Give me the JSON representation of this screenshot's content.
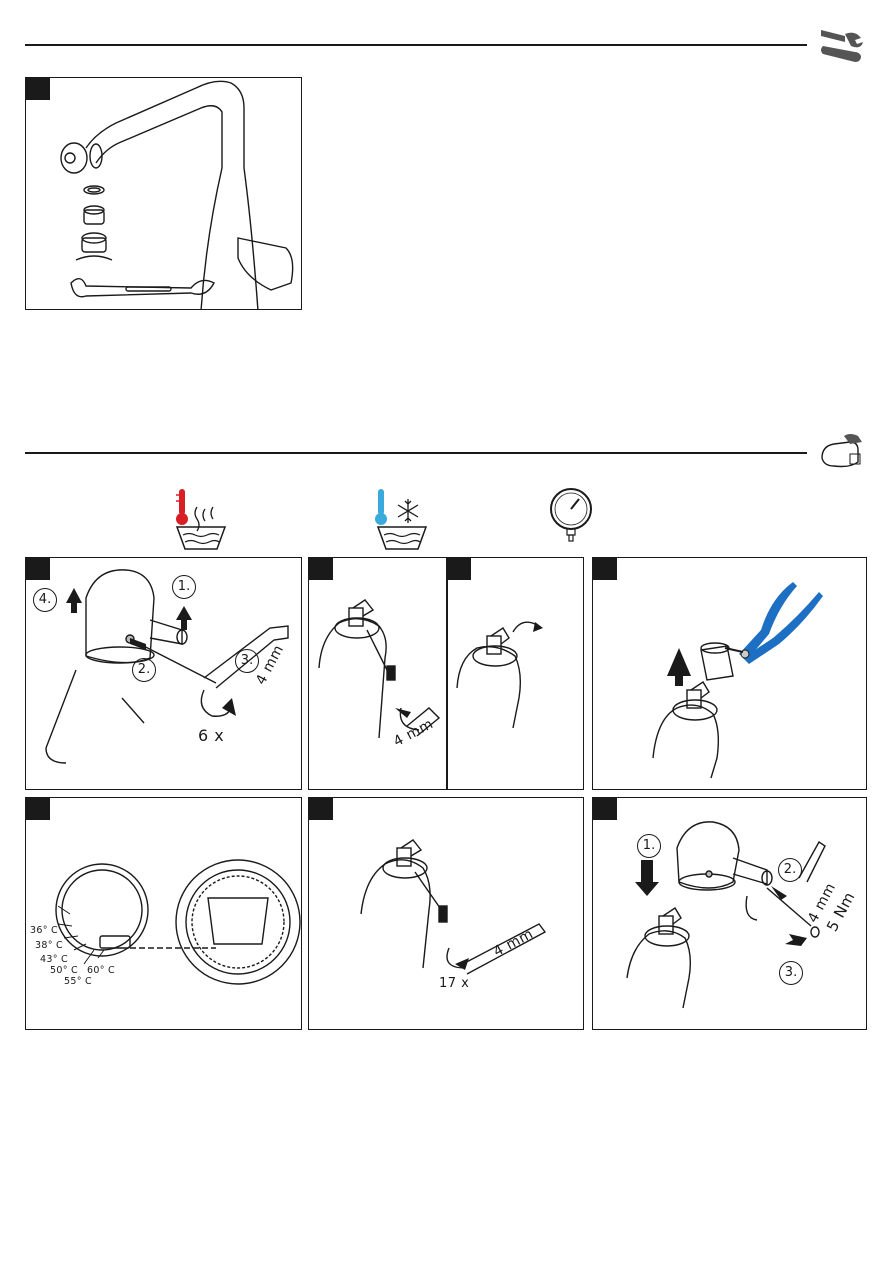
{
  "section1": {
    "icon": "wrench-screwdriver-icon"
  },
  "section2": {
    "icon": "hand-cleaning-icon",
    "icons": [
      "hot-water-thermometer-icon",
      "cold-water-snowflake-icon",
      "pressure-gauge-icon"
    ]
  },
  "panel_a": {
    "step1": "1.",
    "step2": "2.",
    "step3": "3.",
    "step4": "4.",
    "wrench_size": "4 mm",
    "turns": "6 x"
  },
  "panel_b": {
    "wrench_size": "4 mm"
  },
  "panel_e": {
    "temps": [
      "36° C",
      "38° C",
      "43° C",
      "50° C",
      "55° C",
      "60° C"
    ]
  },
  "panel_f": {
    "wrench_size": "4 mm",
    "turns": "17 x"
  },
  "panel_g": {
    "step1": "1.",
    "step2": "2.",
    "step3": "3.",
    "wrench_size": "4 mm",
    "torque": "5 Nm"
  },
  "colors": {
    "line": "#1a1a1a",
    "hot": "#d81f26",
    "cold": "#3aa9dc",
    "pliers": "#1c6fc2"
  }
}
